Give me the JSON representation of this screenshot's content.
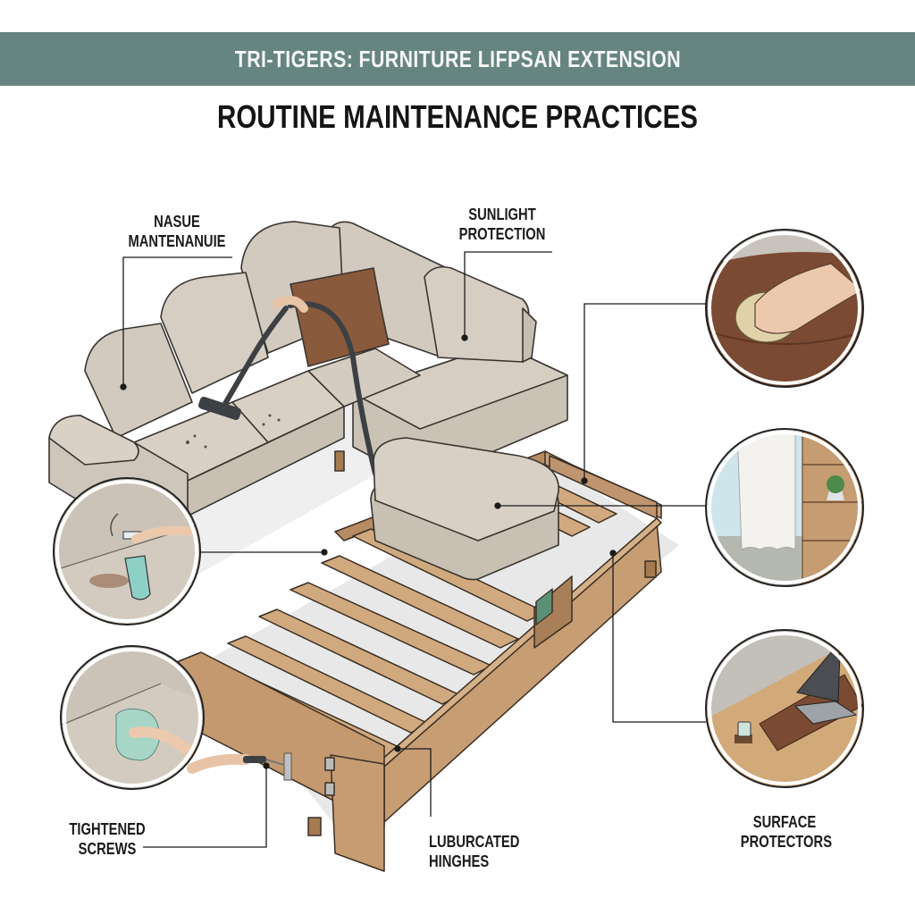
{
  "header": {
    "banner_title": "TRI-TIGERS: FURNITURE LIFPSAN EXTENSION",
    "headline": "ROUTINE MAINTENANCE PRACTICES"
  },
  "labels": {
    "fabric_maintenance": "NASUE\nMANTENANUIE",
    "sunlight_protection": "SUNLIGHT\nPROTECTION",
    "tightened_screws": "TIGHTENED\nSCREWS",
    "lubricated_hinges": "LUBURCATED HINGHES",
    "surface_protectors": "SURFACE\nPROTECTORS"
  },
  "insets": [
    {
      "id": "leather-conditioning",
      "depicts": "hand polishing brown leather cushion with conditioner pad"
    },
    {
      "id": "sunlight-curtain",
      "depicts": "sheer curtain over window beside wooden bookshelf with plant"
    },
    {
      "id": "desk-protectors",
      "depicts": "desk with laptop on leather mat and mug on coaster"
    },
    {
      "id": "spot-cleaning",
      "depicts": "hand spraying cleaner on stained sofa fabric"
    },
    {
      "id": "wipe-cleaning",
      "depicts": "hand wiping sofa seat with damp cloth"
    }
  ],
  "colors": {
    "banner": "#678580",
    "fabric": "#cfc6bb",
    "wood": "#c9a07a",
    "pillow": "#8a5a3c",
    "leather": "#7b4a32",
    "vacuum": "#3d4043",
    "line": "#222222"
  }
}
